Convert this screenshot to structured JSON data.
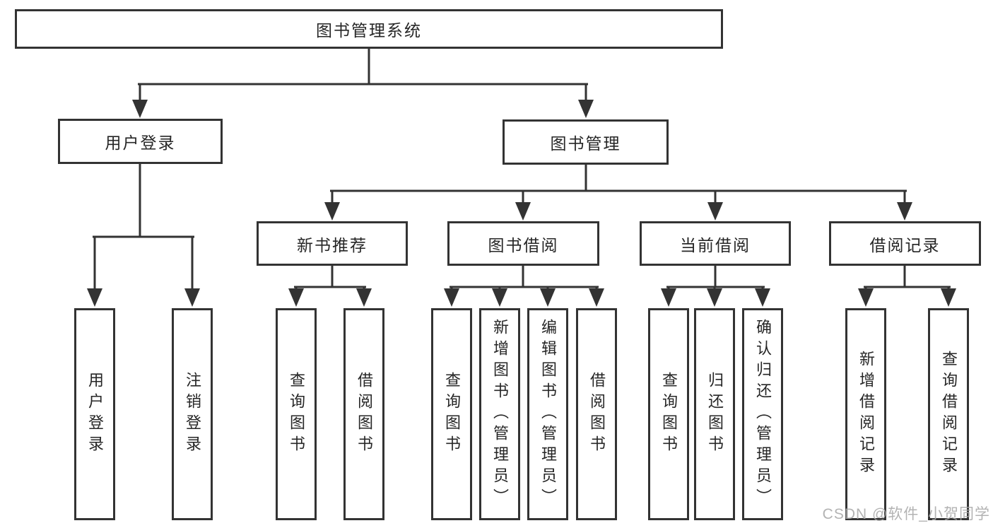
{
  "diagram": {
    "root": {
      "label": "图书管理系统"
    },
    "branches": [
      {
        "label": "用户登录",
        "children": [
          {
            "label": "用户登录"
          },
          {
            "label": "注销登录"
          }
        ]
      },
      {
        "label": "图书管理",
        "sections": [
          {
            "label": "新书推荐",
            "children": [
              {
                "label": "查询图书"
              },
              {
                "label": "借阅图书"
              }
            ]
          },
          {
            "label": "图书借阅",
            "children": [
              {
                "label": "查询图书"
              },
              {
                "label": "新增图书（管理员）"
              },
              {
                "label": "编辑图书（管理员）"
              },
              {
                "label": "借阅图书"
              }
            ]
          },
          {
            "label": "当前借阅",
            "children": [
              {
                "label": "查询图书"
              },
              {
                "label": "归还图书"
              },
              {
                "label": "确认归还（管理员）"
              }
            ]
          },
          {
            "label": "借阅记录",
            "children": [
              {
                "label": "新增借阅记录"
              },
              {
                "label": "查询借阅记录"
              }
            ]
          }
        ]
      }
    ]
  },
  "watermark": {
    "text": "CSDN @软件_小贺同学"
  },
  "colors": {
    "line": "#333333",
    "box_border": "#333333",
    "text": "#262626",
    "watermark": "#a8a8a8",
    "background": "#ffffff"
  }
}
